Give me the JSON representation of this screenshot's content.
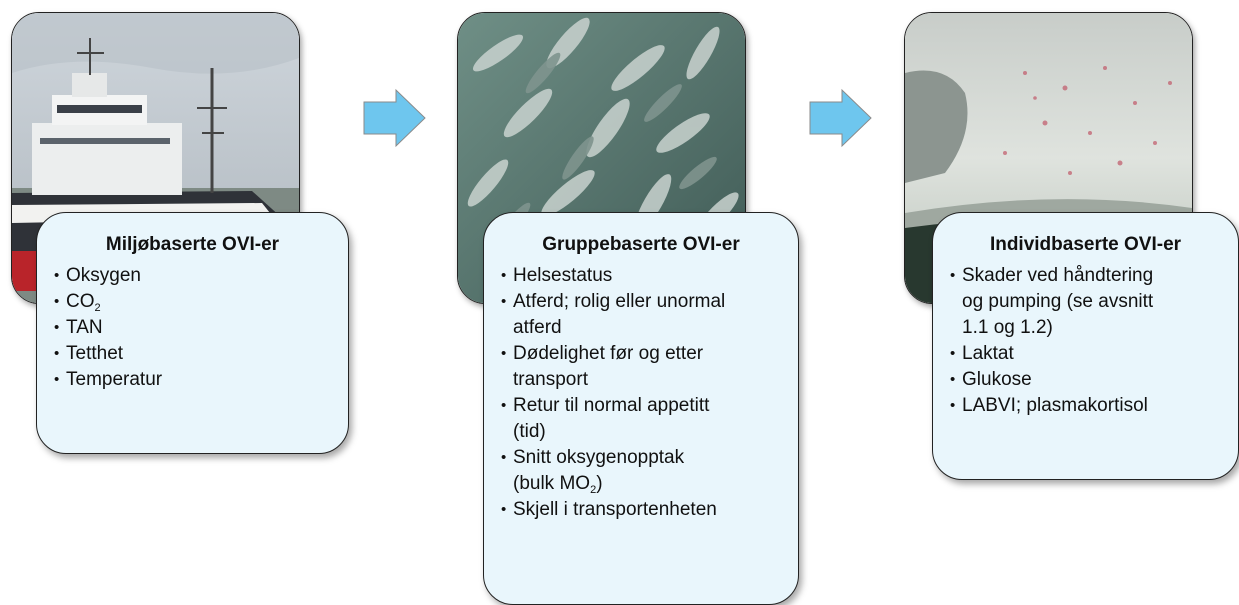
{
  "colors": {
    "card_fill": "#e9f6fc",
    "arrow_fill": "#6ec6ee",
    "border": "#222222"
  },
  "panels": [
    {
      "image": "ship-photo",
      "title": "Miljøbaserte OVI-er",
      "items": [
        {
          "text": "Oksygen"
        },
        {
          "text": "CO",
          "sub": "2"
        },
        {
          "text": "TAN"
        },
        {
          "text": "Tetthet"
        },
        {
          "text": "Temperatur"
        }
      ]
    },
    {
      "image": "fish-school-photo",
      "title": "Gruppebaserte OVI-er",
      "items": [
        {
          "text": "Helsestatus"
        },
        {
          "text": "Atferd; rolig eller unormal",
          "cont": "atferd"
        },
        {
          "text": "Dødelighet før og etter",
          "cont": "transport"
        },
        {
          "text": "Retur til normal appetitt",
          "cont": "(tid)"
        },
        {
          "text": "Snitt oksygenopptak",
          "cont": "(bulk MO",
          "cont_sub": "2",
          "cont_after": ")"
        },
        {
          "text": "Skjell i transportenheten"
        }
      ]
    },
    {
      "image": "fish-skin-photo",
      "title": "Individbaserte OVI-er",
      "items": [
        {
          "text": "Skader ved håndtering",
          "cont": "og pumping (se avsnitt",
          "cont2": "1.1 og 1.2)"
        },
        {
          "text": "Laktat"
        },
        {
          "text": "Glukose"
        },
        {
          "text": "LABVI; plasmakortisol"
        }
      ]
    }
  ]
}
